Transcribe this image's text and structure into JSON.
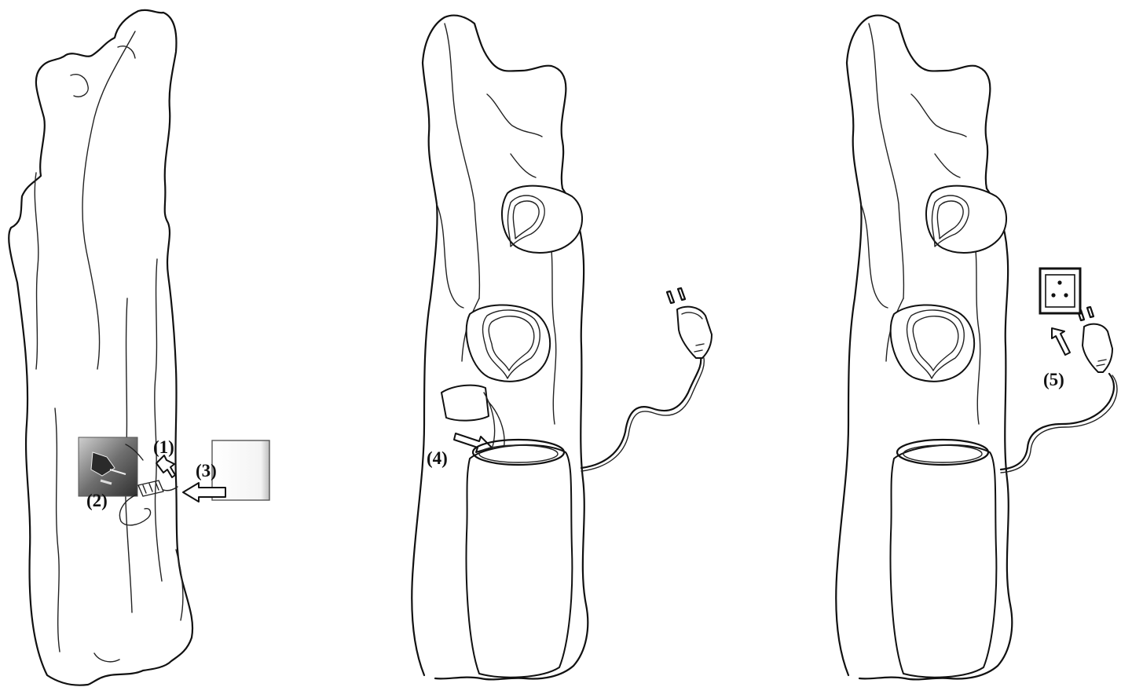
{
  "panels": [
    {
      "name": "panel-1",
      "steps": [
        {
          "label": "(1)"
        },
        {
          "label": "(2)"
        },
        {
          "label": "(3)"
        }
      ]
    },
    {
      "name": "panel-2",
      "steps": [
        {
          "label": "(4)"
        }
      ]
    },
    {
      "name": "panel-3",
      "steps": [
        {
          "label": "(5)"
        }
      ]
    }
  ],
  "icons": [
    "tree-trunk-fountain",
    "pump",
    "cover-panel",
    "arrow-icon",
    "power-plug-icon",
    "wall-socket-icon",
    "water-jug",
    "water-basin"
  ]
}
